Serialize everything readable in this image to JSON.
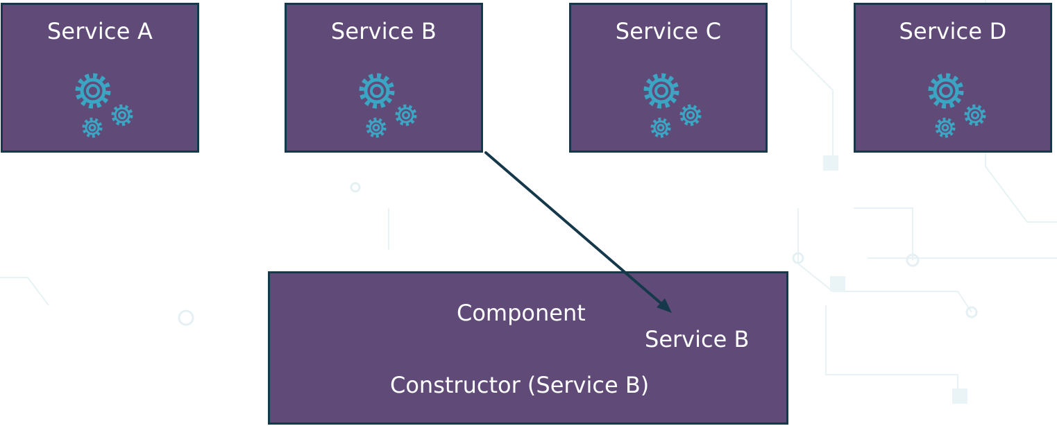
{
  "services": [
    {
      "title": "Service A",
      "icon": "gears-icon"
    },
    {
      "title": "Service B",
      "icon": "gears-icon"
    },
    {
      "title": "Service C",
      "icon": "gears-icon"
    },
    {
      "title": "Service D",
      "icon": "gears-icon"
    }
  ],
  "component": {
    "title": "Component",
    "injected_service": "Service B",
    "constructor": "Constructor (Service B)"
  },
  "colors": {
    "box_fill": "#604b78",
    "box_border": "#15394a",
    "gear": "#3ba6c4",
    "arrow": "#15394a",
    "text": "#ffffff"
  }
}
